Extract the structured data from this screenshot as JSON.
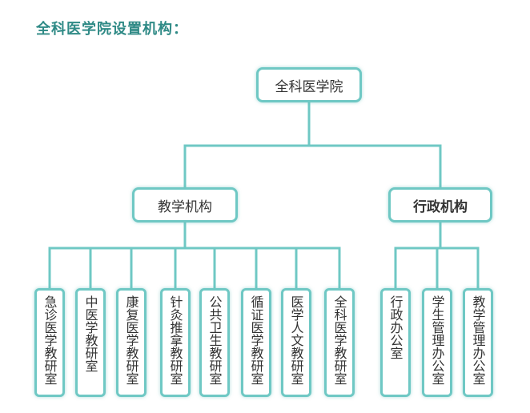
{
  "heading": "全科医学院设置机构：",
  "root": {
    "label": "全科医学院"
  },
  "branches": [
    {
      "label": "教学机构",
      "children": [
        {
          "label": "急诊医学教研室"
        },
        {
          "label": "中医学教研室"
        },
        {
          "label": "康复医学教研室"
        },
        {
          "label": "针灸推拿教研室"
        },
        {
          "label": "公共卫生教研室"
        },
        {
          "label": "循证医学教研室"
        },
        {
          "label": "医学人文教研室"
        },
        {
          "label": "全科医学教研室"
        }
      ]
    },
    {
      "label": "行政机构",
      "children": [
        {
          "label": "行政办公室"
        },
        {
          "label": "学生管理办公室"
        },
        {
          "label": "教学管理办公室"
        }
      ]
    }
  ],
  "colors": {
    "heading": "#2f8a86",
    "connector": "#6fc8c4",
    "border": "#6fc8c4",
    "text": "#333333"
  }
}
